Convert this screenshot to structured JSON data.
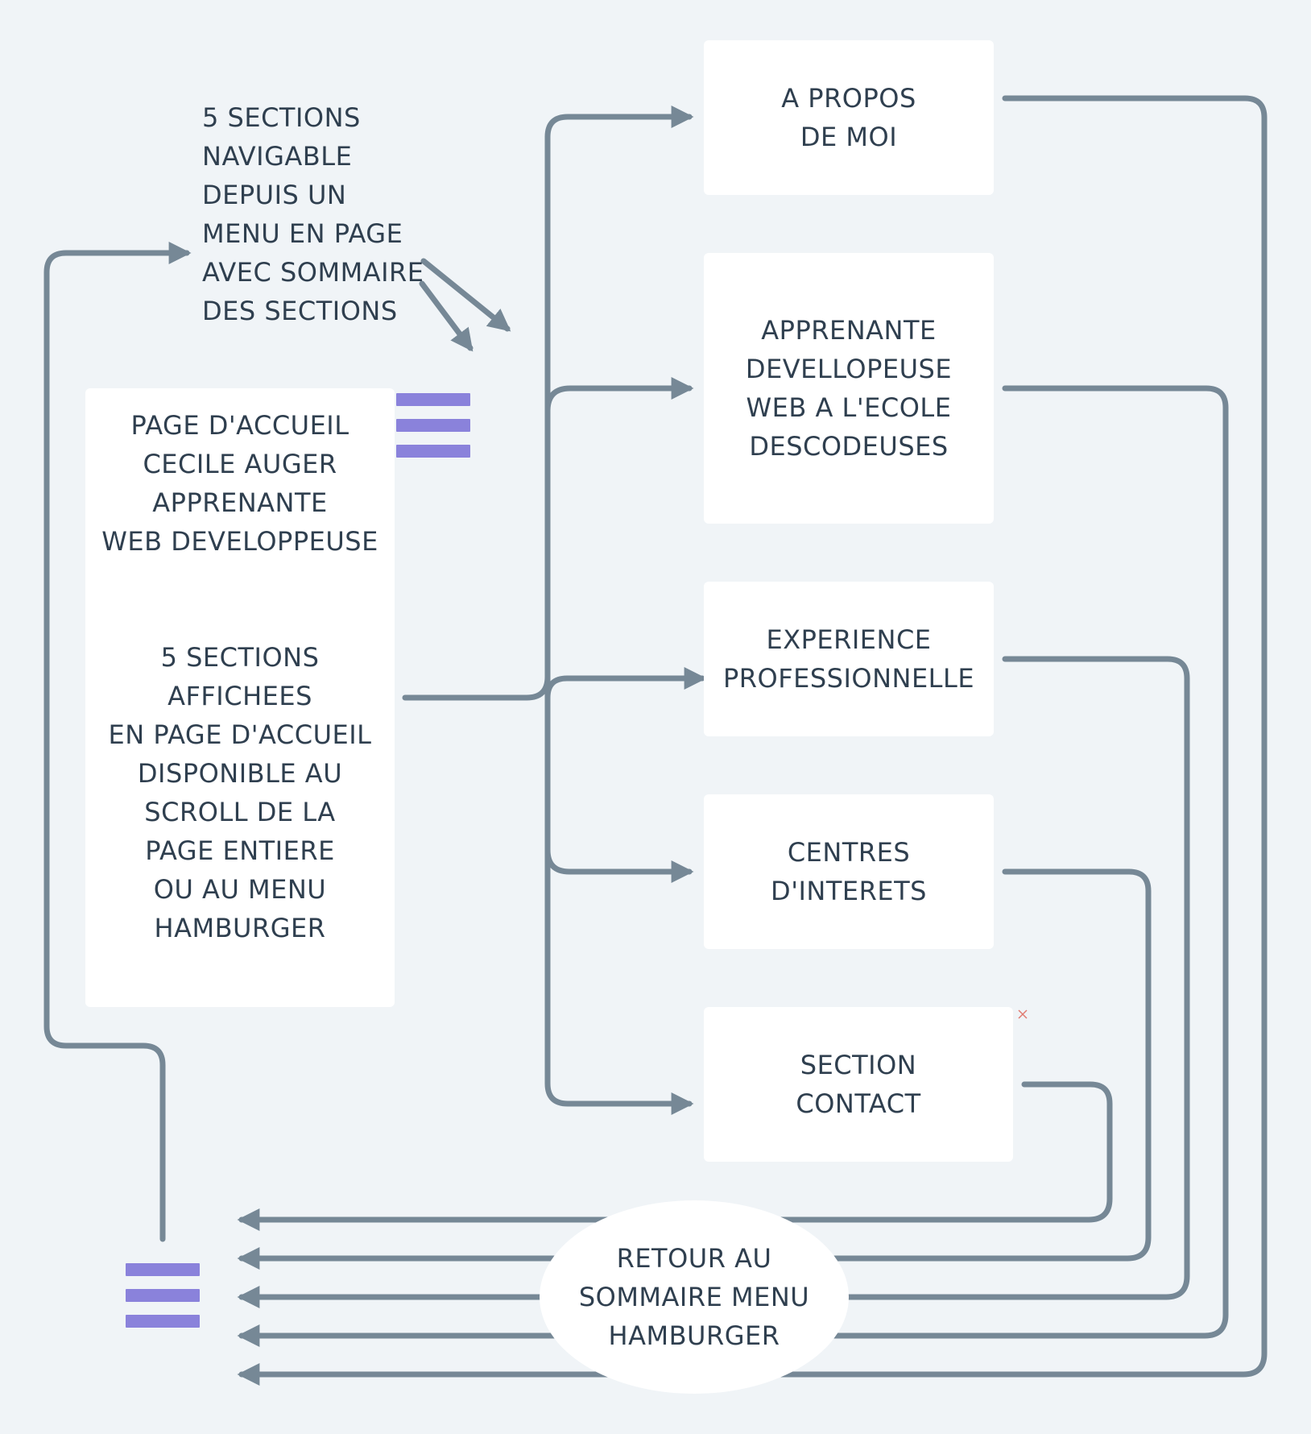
{
  "note": {
    "text": "5 SECTIONS\nNAVIGABLE\nDEPUIS UN\nMENU EN PAGE\nAVEC SOMMAIRE\nDES SECTIONS"
  },
  "home": {
    "title": "PAGE D'ACCUEIL\nCECILE AUGER\nAPPRENANTE\nWEB DEVELOPPEUSE",
    "description": "5 SECTIONS\nAFFICHEES\nEN PAGE D'ACCUEIL\nDISPONIBLE AU\nSCROLL DE LA\nPAGE ENTIERE\nOU AU MENU\nHAMBURGER"
  },
  "sections": [
    {
      "label": "A PROPOS\nDE MOI"
    },
    {
      "label": "APPRENANTE\nDEVELLOPEUSE\nWEB A L'ECOLE\nDESCODEUSES"
    },
    {
      "label": "EXPERIENCE\nPROFESSIONNELLE"
    },
    {
      "label": "CENTRES\nD'INTERETS"
    },
    {
      "label": "SECTION\nCONTACT"
    }
  ],
  "retour": {
    "label": "RETOUR AU\nSOMMAIRE MENU\nHAMBURGER"
  },
  "colors": {
    "background": "#f0f4f7",
    "connector": "#768896",
    "hamburger": "#8a82db",
    "text": "#2f3f4f",
    "close_mark": "#e07a70"
  },
  "icons": {
    "menu": "hamburger-icon",
    "close": "close-icon"
  }
}
